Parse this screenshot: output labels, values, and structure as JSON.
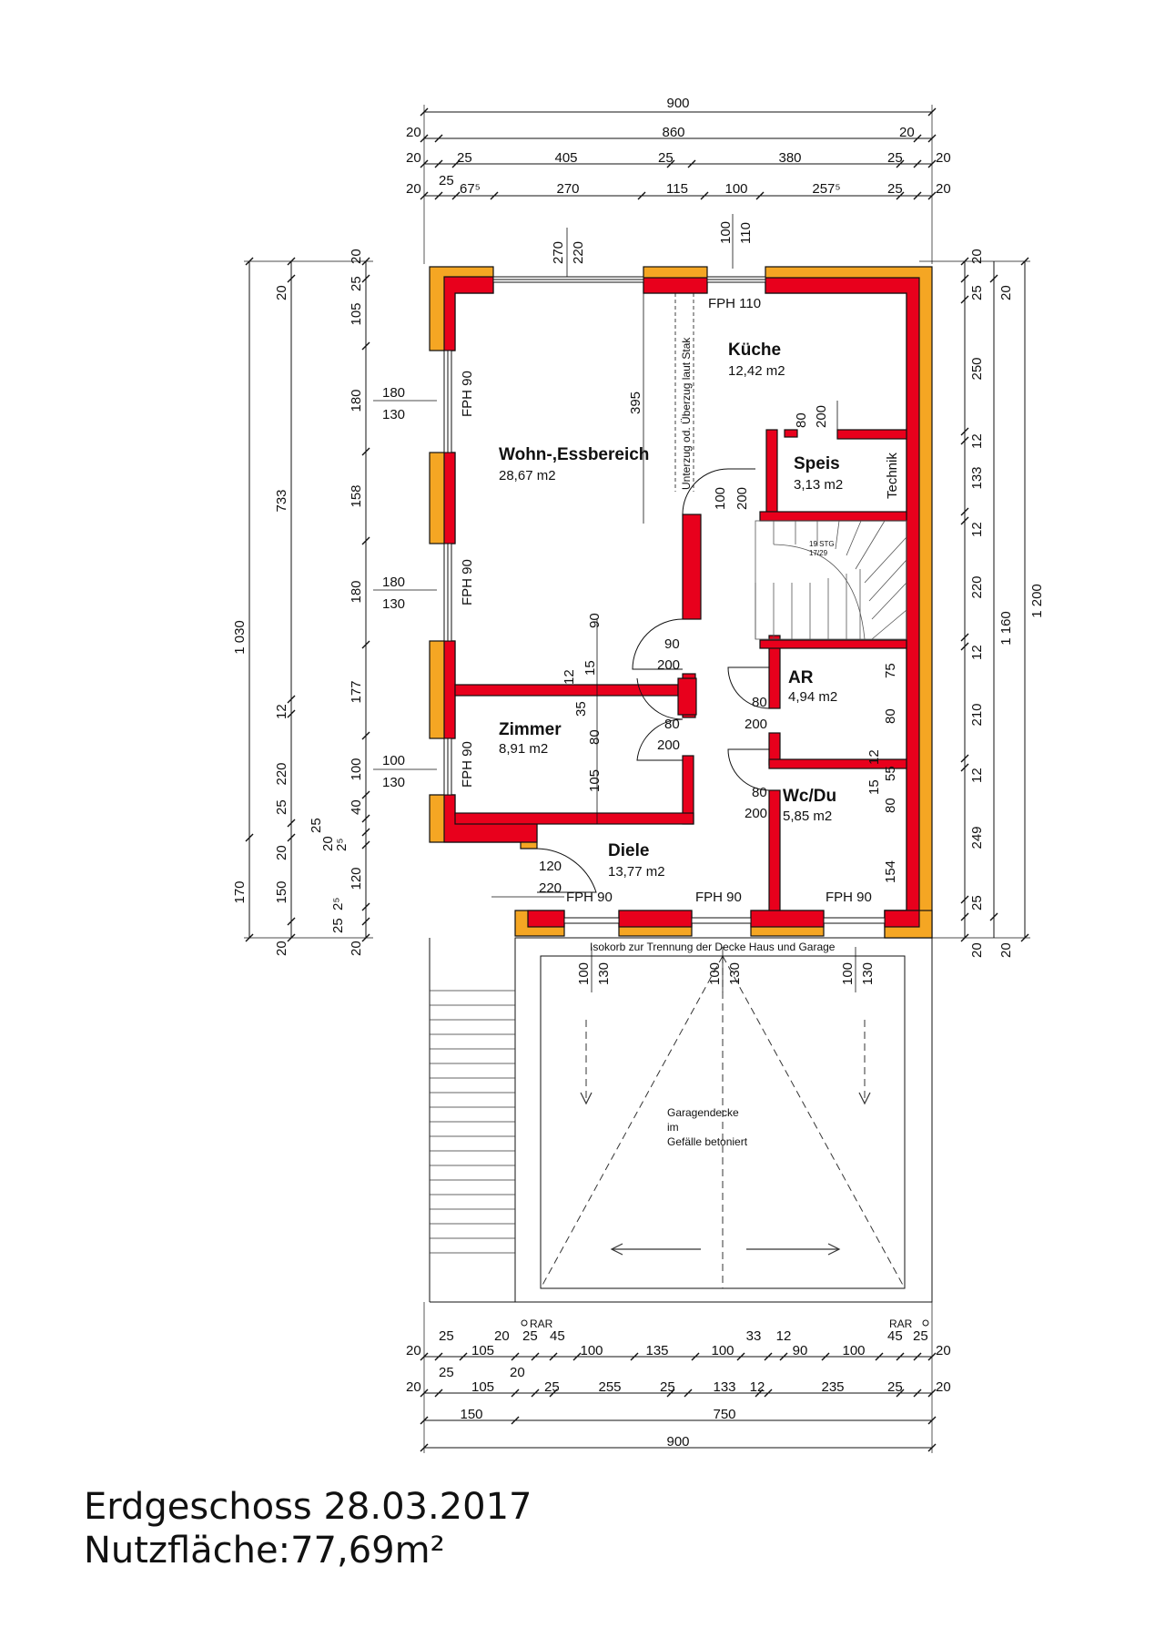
{
  "title": "Erdgeschoss 28.03.2017",
  "subtitle": "Nutzfläche:77,69m²",
  "rooms": {
    "wohn": {
      "name": "Wohn-,Essbereich",
      "area": "28,67 m2"
    },
    "kueche": {
      "name": "Küche",
      "area": "12,42 m2"
    },
    "speis": {
      "name": "Speis",
      "area": "3,13 m2"
    },
    "technik": {
      "name": "Technik"
    },
    "ar": {
      "name": "AR",
      "area": "4,94 m2"
    },
    "zimmer": {
      "name": "Zimmer",
      "area": "8,91 m2"
    },
    "wcdu": {
      "name": "Wc/Du",
      "area": "5,85 m2"
    },
    "diele": {
      "name": "Diele",
      "area": "13,77 m2"
    }
  },
  "notes": {
    "unterzug": "Unterzug od. Überzug laut Stak",
    "isokorb": "Isokorb zur Trennung der Decke Haus und Garage",
    "garage_line1": "Garagendecke",
    "garage_line2": "im",
    "garage_line3": "Gefälle betoniert",
    "stairs": "19 STG",
    "stairs2": "17/29",
    "rar": "RAR"
  },
  "windows": {
    "fph110": "FPH 110",
    "fph90": "FPH 90"
  },
  "dims": {
    "top_total": "900",
    "top_inner": "860",
    "d20": "20",
    "d25": "25",
    "d405": "405",
    "d380": "380",
    "d675": "67⁵",
    "d270": "270",
    "d115": "115",
    "d100": "100",
    "d2575": "257⁵",
    "d110": "110",
    "d220": "220",
    "d1030": "1 030",
    "d733": "733",
    "d105": "105",
    "d180": "180",
    "d158": "158",
    "d177": "177",
    "d12": "12",
    "d40": "40",
    "d25s": "2⁵",
    "d120": "120",
    "d170": "170",
    "d150": "150",
    "d130": "130",
    "d1160": "1 160",
    "d1200": "1 200",
    "d250": "250",
    "d133": "133",
    "d210": "210",
    "d249": "249",
    "d395": "395",
    "d200": "200",
    "d80": "80",
    "d90": "90",
    "d15": "15",
    "d35": "35",
    "d75": "75",
    "d55": "55",
    "d154": "154",
    "d135": "135",
    "d33": "33",
    "d45": "45",
    "d255": "255",
    "d235": "235",
    "d750": "750"
  }
}
